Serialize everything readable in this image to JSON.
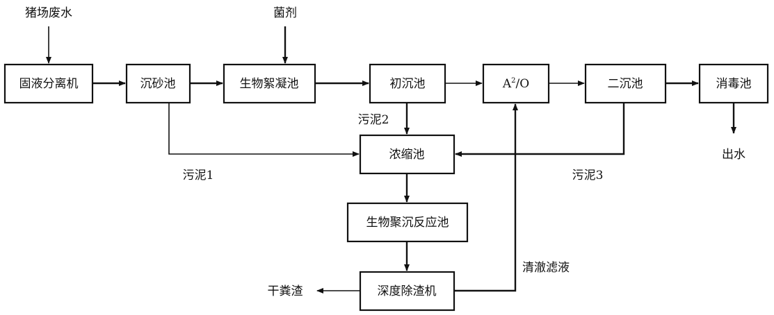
{
  "nodes": {
    "separator": "固液分离机",
    "grit": "沉砂池",
    "flocculation": "生物絮凝池",
    "primary": "初沉池",
    "a2o_main": "A",
    "a2o_sup": "2",
    "a2o_tail": "/O",
    "secondary": "二沉池",
    "disinfection": "消毒池",
    "thickener": "浓缩池",
    "bio_settling": "生物聚沉反应池",
    "deslagger": "深度除渣机"
  },
  "labels": {
    "input": "猪场废水",
    "agent": "菌剂",
    "sludge1": "污泥1",
    "sludge2": "污泥2",
    "sludge3": "污泥3",
    "effluent": "出水",
    "filtrate": "清澈滤液",
    "dry_residue": "干粪渣"
  }
}
